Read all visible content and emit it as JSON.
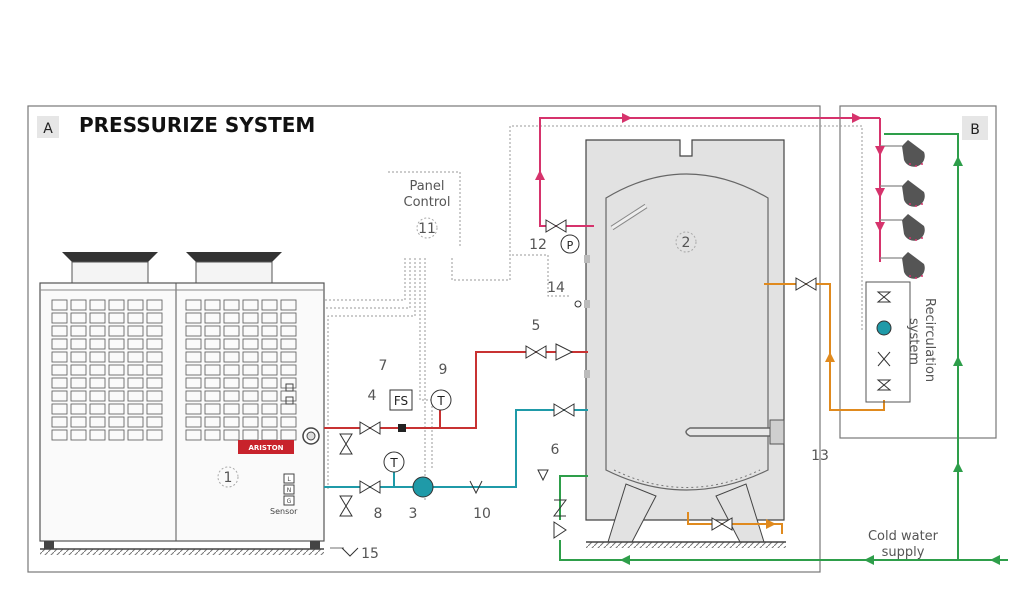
{
  "title": "PRESSURIZE SYSTEM",
  "section_a": "A",
  "section_b": "B",
  "panel_control": {
    "line1": "Panel",
    "line2": "Control"
  },
  "brand": "ARISTON",
  "terminals": [
    "L",
    "N",
    "G"
  ],
  "sensor_label": "Sensor",
  "recirculation": {
    "line1": "Recirculation",
    "line2": "system"
  },
  "cold_water": {
    "line1": "Cold water",
    "line2": "supply"
  },
  "fs_label": "FS",
  "t_label": "T",
  "p_label": "P",
  "numbers": {
    "n1": "1",
    "n2": "2",
    "n3": "3",
    "n4": "4",
    "n5": "5",
    "n6": "6",
    "n7": "7",
    "n8": "8",
    "n9": "9",
    "n10": "10",
    "n11": "11",
    "n12": "12",
    "n13": "13",
    "n14": "14",
    "n15": "15"
  },
  "colors": {
    "hot": "#d6336c",
    "return": "#e08a1e",
    "cold": "#2e9e4a",
    "inlet": "#1f9aa8",
    "heat": "#c83232",
    "tank": "#e2e2e2"
  }
}
